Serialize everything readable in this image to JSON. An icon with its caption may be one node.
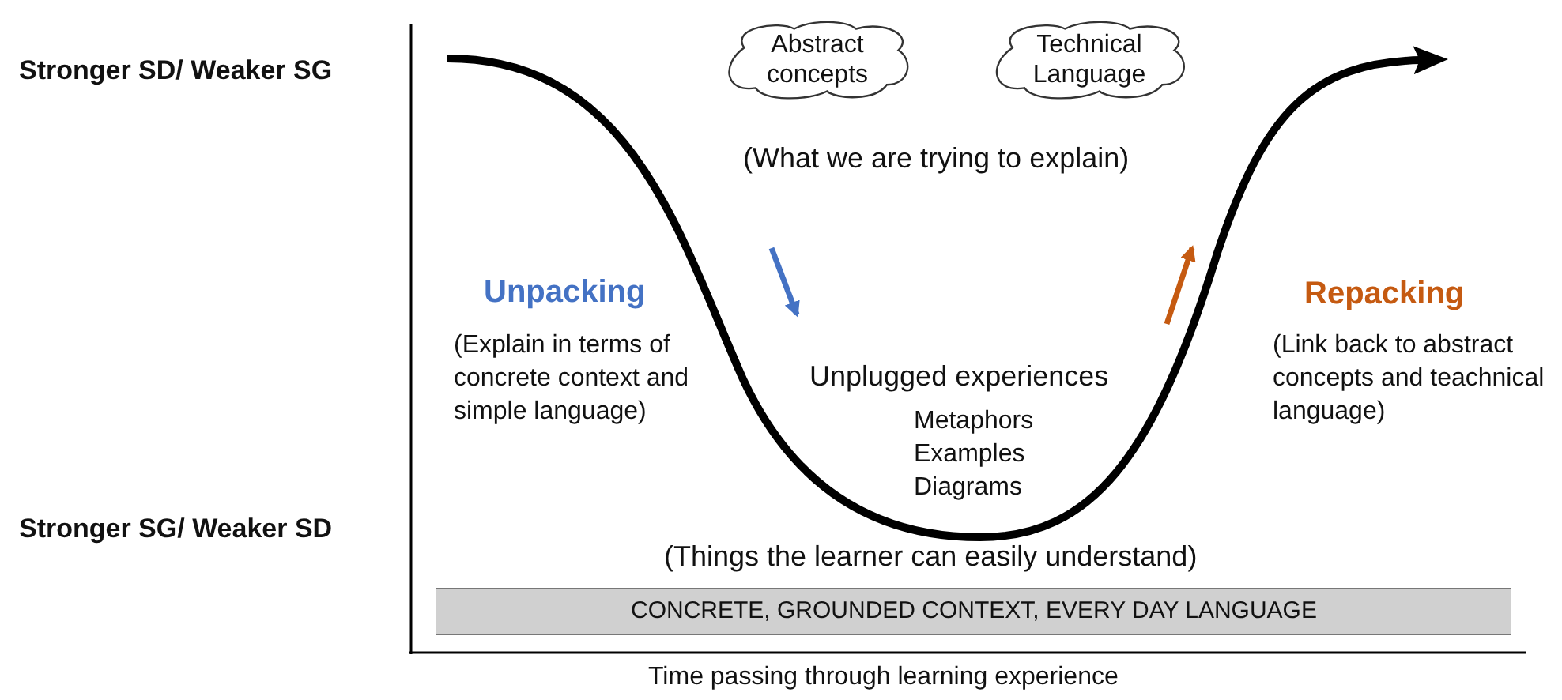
{
  "diagram": {
    "nodes": [
      {
        "text": [
          "Abstract concepts"
        ]
      },
      {
        "text": [
          "Technical Language"
        ]
      },
      {
        "text": [
          "CONCRETE, GROUNDED CONTEXT, EVERY DAY LANGUAGE"
        ]
      }
    ],
    "labels": [
      "Stronger SD/ Weaker SG",
      "Stronger SG/ Weaker SD",
      "(What we are trying to explain)",
      "Unpacking",
      "(Explain in terms of concrete context and simple language)",
      "Unplugged experiences",
      "Metaphors",
      "Examples",
      "Diagrams",
      "Repacking",
      "(Link back to abstract concepts and teachnical language)",
      "(Things the learner can easily understand)",
      "Time passing through learning experience"
    ]
  }
}
